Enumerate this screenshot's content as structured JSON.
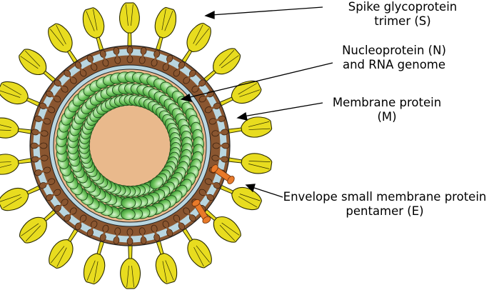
{
  "labels": {
    "spike_line1": "Spike glycoprotein",
    "spike_line2": "trimer (S)",
    "nucleo_line1": "Nucleoprotein (N)",
    "nucleo_line2": "and RNA genome",
    "membrane_line1": "Membrane protein",
    "membrane_line2": "(M)",
    "envelope_line1": "Envelope small membrane protein",
    "envelope_line2": "pentamer (E)"
  },
  "colors": {
    "spike": "#e8dc1f",
    "spike_stroke": "#2a2a00",
    "lipid": "#b9d6e0",
    "membrane_protein": "#8a5630",
    "capsid": "#e9b98c",
    "nucleoprotein": "#58b548",
    "nucleoprotein_light": "#c9eec0",
    "envelope_protein": "#e87a2a"
  }
}
